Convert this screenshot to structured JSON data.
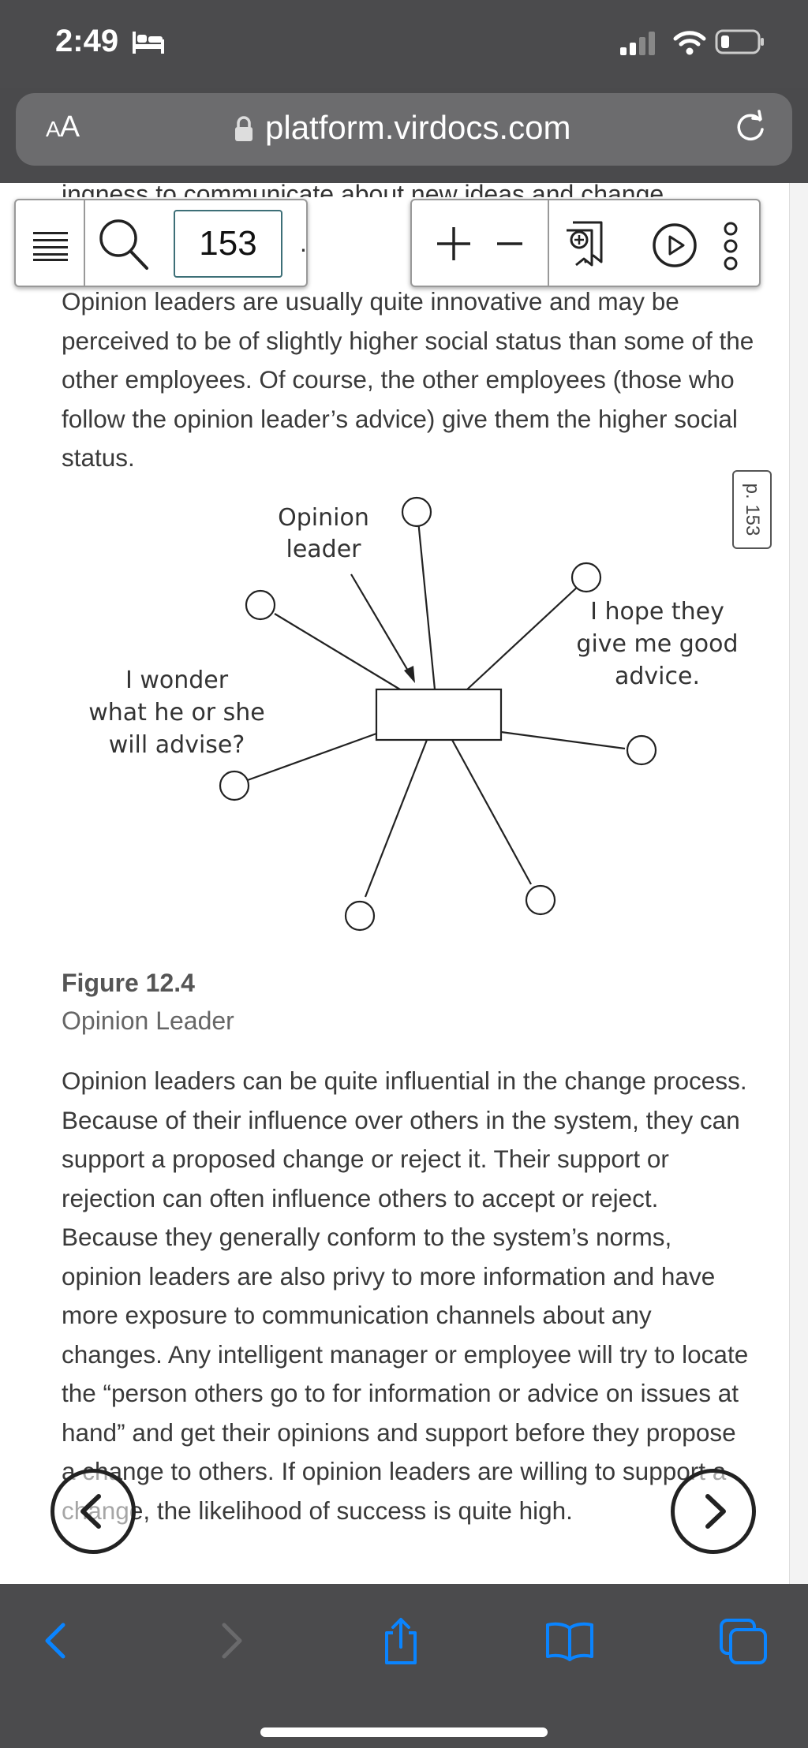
{
  "status_bar": {
    "time": "2:49"
  },
  "address_bar": {
    "aa_label_small": "A",
    "aa_label_large": "A",
    "url": "platform.virdocs.com"
  },
  "reader_toolbar": {
    "page_number": "153"
  },
  "document": {
    "cut_off_line": "ingness to communicate about new ideas and change",
    "paragraph1": "Opinion leaders are usually quite innovative and may be perceived to be of slightly higher social status than some of the other employees. Of course, the other employees (those who follow the opinion leader’s advice) give them the higher social status.",
    "page_marker": "p. 153",
    "figure": {
      "label_opinion_leader_line1": "Opinion",
      "label_opinion_leader_line2": "leader",
      "label_wonder_line1": "I wonder",
      "label_wonder_line2": "what he or she",
      "label_wonder_line3": "will advise?",
      "label_hope_line1": "I hope they",
      "label_hope_line2": "give me good",
      "label_hope_line3": "advice."
    },
    "figure_number": "Figure 12.4",
    "figure_caption": "Opinion Leader",
    "paragraph2": "Opinion leaders can be quite influential in the change process. Because of their influence over others in the system, they can support a proposed change or reject it. Their support or rejection can often influence others to accept or reject. Because they generally conform to the system’s norms, opinion leaders are also privy to more information and have more exposure to communication channels about any changes. Any intelligent manager or employee will try to locate the “person others go to for information or advice on issues at hand” and get their opinions and support before they propose a change to others. If opinion leaders are willing to support a change, the likelihood of success is quite high."
  },
  "colors": {
    "chrome": "#4b4b4d",
    "accent": "#0a84ff",
    "page_input_border": "#3d6f77"
  },
  "icons": [
    "bed-icon",
    "signal-icon",
    "wifi-icon",
    "battery-icon",
    "lock-icon",
    "reload-icon",
    "menu-icon",
    "search-icon",
    "zoom-in-icon",
    "zoom-out-icon",
    "add-note-icon",
    "play-icon",
    "more-icon",
    "chevron-left-icon",
    "chevron-right-icon",
    "back-icon",
    "forward-icon",
    "share-icon",
    "bookmarks-icon",
    "tabs-icon"
  ]
}
